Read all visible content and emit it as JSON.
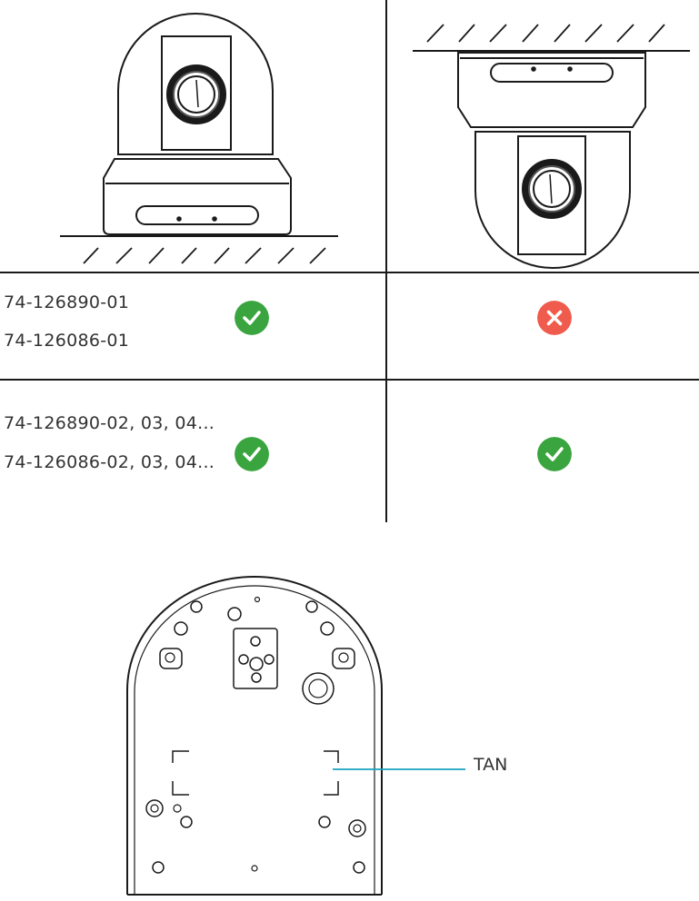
{
  "rows": [
    {
      "parts": [
        "74-126890-01",
        "74-126086-01"
      ],
      "table_mount": "check",
      "ceiling_mount": "cross"
    },
    {
      "parts": [
        "74-126890-02, 03, 04...",
        "74-126086-02, 03, 04..."
      ],
      "table_mount": "check",
      "ceiling_mount": "check"
    }
  ],
  "callout": {
    "tan_label": "TAN"
  },
  "colors": {
    "check": "#3aa53f",
    "cross": "#ef5b4c",
    "line": "#1a1a1a",
    "callout": "#1aa3c0"
  },
  "icons": {
    "check": "check-icon",
    "cross": "cross-icon"
  }
}
